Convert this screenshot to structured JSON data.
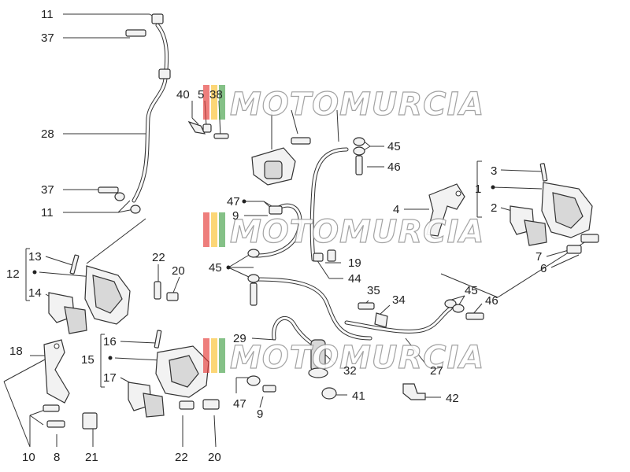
{
  "callouts": [
    {
      "id": "c11a",
      "text": "11"
    },
    {
      "id": "c37a",
      "text": "37"
    },
    {
      "id": "c28",
      "text": "28"
    },
    {
      "id": "c37b",
      "text": "37"
    },
    {
      "id": "c11b",
      "text": "11"
    },
    {
      "id": "c13",
      "text": "13"
    },
    {
      "id": "c12",
      "text": "12"
    },
    {
      "id": "c14",
      "text": "14"
    },
    {
      "id": "c22a",
      "text": "22"
    },
    {
      "id": "c20a",
      "text": "20"
    },
    {
      "id": "c18",
      "text": "18"
    },
    {
      "id": "c16",
      "text": "16"
    },
    {
      "id": "c15",
      "text": "15"
    },
    {
      "id": "c17",
      "text": "17"
    },
    {
      "id": "c10",
      "text": "10"
    },
    {
      "id": "c8",
      "text": "8"
    },
    {
      "id": "c21",
      "text": "21"
    },
    {
      "id": "c22b",
      "text": "22"
    },
    {
      "id": "c20b",
      "text": "20"
    },
    {
      "id": "c40",
      "text": "40"
    },
    {
      "id": "c5",
      "text": "5"
    },
    {
      "id": "c38",
      "text": "38"
    },
    {
      "id": "c47a",
      "text": "47"
    },
    {
      "id": "c9a",
      "text": "9"
    },
    {
      "id": "c45a",
      "text": "45"
    },
    {
      "id": "c45b",
      "text": "45"
    },
    {
      "id": "c46a",
      "text": "46"
    },
    {
      "id": "c4",
      "text": "4"
    },
    {
      "id": "c19",
      "text": "19"
    },
    {
      "id": "c44",
      "text": "44"
    },
    {
      "id": "c35",
      "text": "35"
    },
    {
      "id": "c34",
      "text": "34"
    },
    {
      "id": "c29",
      "text": "29"
    },
    {
      "id": "c32",
      "text": "32"
    },
    {
      "id": "c27",
      "text": "27"
    },
    {
      "id": "c47b",
      "text": "47"
    },
    {
      "id": "c9b",
      "text": "9"
    },
    {
      "id": "c41",
      "text": "41"
    },
    {
      "id": "c42",
      "text": "42"
    },
    {
      "id": "c3",
      "text": "3"
    },
    {
      "id": "c1",
      "text": "1"
    },
    {
      "id": "c2",
      "text": "2"
    },
    {
      "id": "c7",
      "text": "7"
    },
    {
      "id": "c6",
      "text": "6"
    },
    {
      "id": "c45c",
      "text": "45"
    },
    {
      "id": "c46b",
      "text": "46"
    }
  ],
  "watermark": {
    "text": "MOTOMURCIA",
    "stripe_colors": [
      "#e53935",
      "#fbc02d",
      "#43a047"
    ]
  }
}
